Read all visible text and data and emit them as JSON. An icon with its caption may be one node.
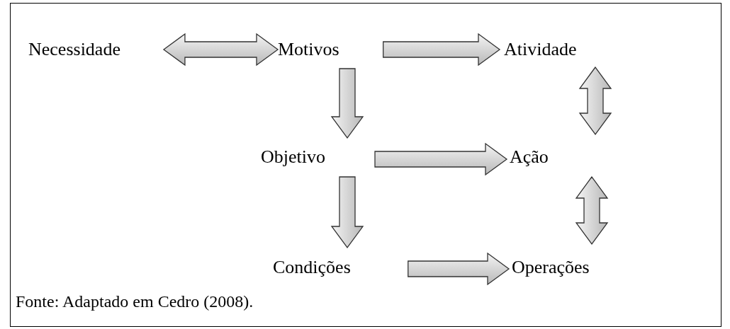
{
  "diagram": {
    "caption": "Fonte: Adaptado em Cedro (2008).",
    "nodes": [
      {
        "text": [
          "Necessidade"
        ]
      },
      {
        "text": [
          "Motivos"
        ]
      },
      {
        "text": [
          "Atividade"
        ]
      },
      {
        "text": [
          "Objetivo"
        ]
      },
      {
        "text": [
          "Ação"
        ]
      },
      {
        "text": [
          "Condições"
        ]
      },
      {
        "text": [
          "Operações"
        ]
      }
    ],
    "edges": [
      {
        "from": 0,
        "to": 1,
        "arrow": "both"
      },
      {
        "from": 1,
        "to": 2,
        "arrow": "to"
      },
      {
        "from": 1,
        "to": 3,
        "arrow": "to"
      },
      {
        "from": 2,
        "to": 4,
        "arrow": "both"
      },
      {
        "from": 3,
        "to": 4,
        "arrow": "to"
      },
      {
        "from": 3,
        "to": 5,
        "arrow": "to"
      },
      {
        "from": 4,
        "to": 6,
        "arrow": "both"
      },
      {
        "from": 5,
        "to": 6,
        "arrow": "to"
      }
    ]
  }
}
